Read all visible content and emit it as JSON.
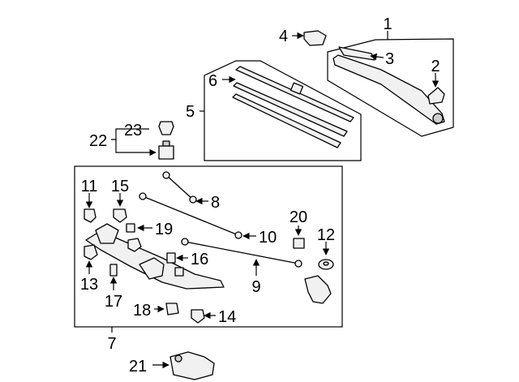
{
  "callouts": {
    "c1": "1",
    "c2": "2",
    "c3": "3",
    "c4": "4",
    "c5": "5",
    "c6": "6",
    "c7": "7",
    "c8": "8",
    "c9": "9",
    "c10": "10",
    "c11": "11",
    "c12": "12",
    "c13": "13",
    "c14": "14",
    "c15": "15",
    "c16": "16",
    "c17": "17",
    "c18": "18",
    "c19": "19",
    "c20": "20",
    "c21": "21",
    "c22": "22",
    "c23": "23"
  },
  "colors": {
    "line": "#000000",
    "fill": "#f1f1f1",
    "shade": "#cfcfcf",
    "background": "#ffffff"
  }
}
